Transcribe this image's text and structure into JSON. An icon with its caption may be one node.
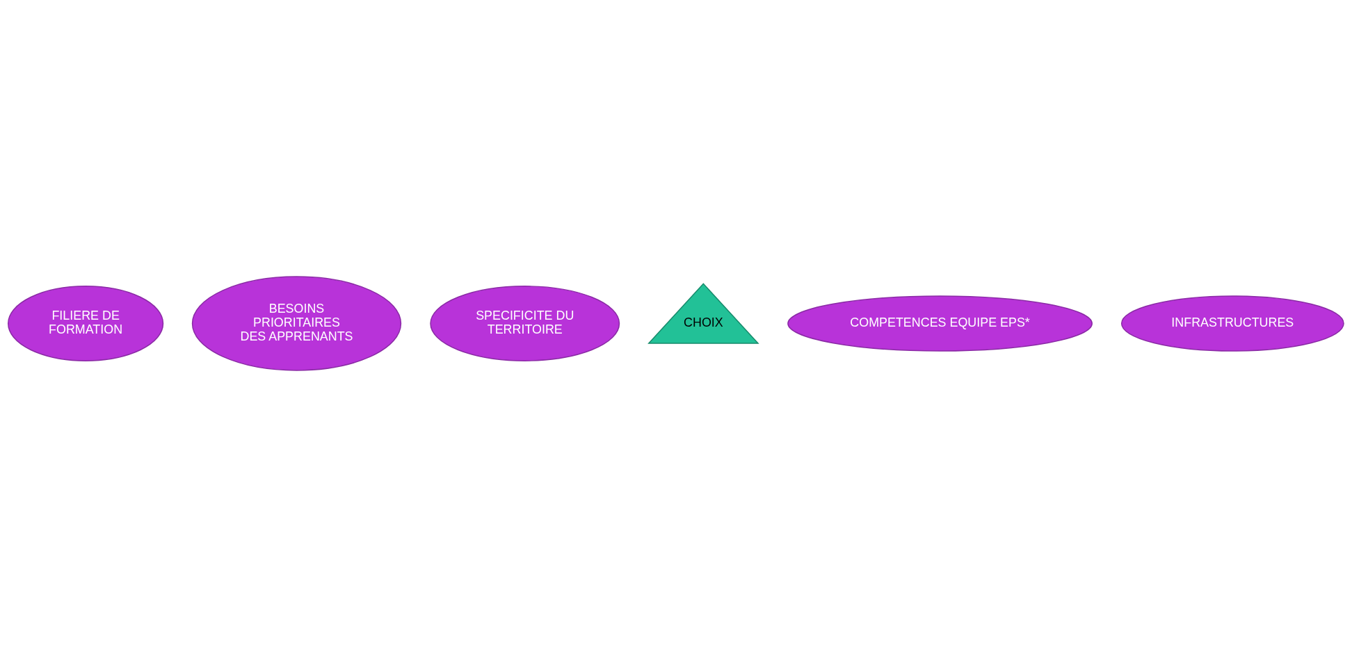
{
  "diagram": {
    "nodes": [
      {
        "text": [
          "FILIERE DE FORMATION"
        ]
      },
      {
        "text": [
          "BESOINS PRIORITAIRES DES APPRENANTS"
        ]
      },
      {
        "text": [
          "SPECIFICITE DU TERRITOIRE"
        ]
      },
      {
        "text": [
          "CHOIX"
        ]
      },
      {
        "text": [
          "COMPETENCES EQUIPE EPS*"
        ]
      },
      {
        "text": [
          "INFRASTRUCTURES"
        ]
      }
    ],
    "edges": []
  }
}
